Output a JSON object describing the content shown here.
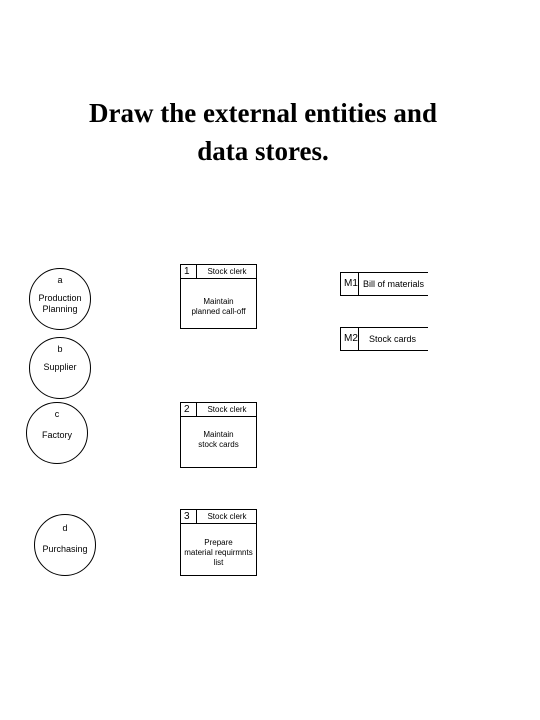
{
  "title": {
    "line1": "Draw the external entities and",
    "line2": "data stores."
  },
  "entities": [
    {
      "id": "a",
      "label_line1": "Production",
      "label_line2": "Planning"
    },
    {
      "id": "b",
      "label_line1": "Supplier",
      "label_line2": ""
    },
    {
      "id": "c",
      "label_line1": "Factory",
      "label_line2": ""
    },
    {
      "id": "d",
      "label_line1": "Purchasing",
      "label_line2": ""
    }
  ],
  "processes": [
    {
      "id": "1",
      "location": "Stock clerk",
      "name_line1": "Maintain",
      "name_line2": "planned call-off",
      "name_line3": ""
    },
    {
      "id": "2",
      "location": "Stock clerk",
      "name_line1": "Maintain",
      "name_line2": "stock cards",
      "name_line3": ""
    },
    {
      "id": "3",
      "location": "Stock clerk",
      "name_line1": "Prepare",
      "name_line2": "material requirmnts",
      "name_line3": "list"
    }
  ],
  "stores": [
    {
      "id": "M1",
      "name": "Bill of materials"
    },
    {
      "id": "M2",
      "name": "Stock cards"
    }
  ]
}
